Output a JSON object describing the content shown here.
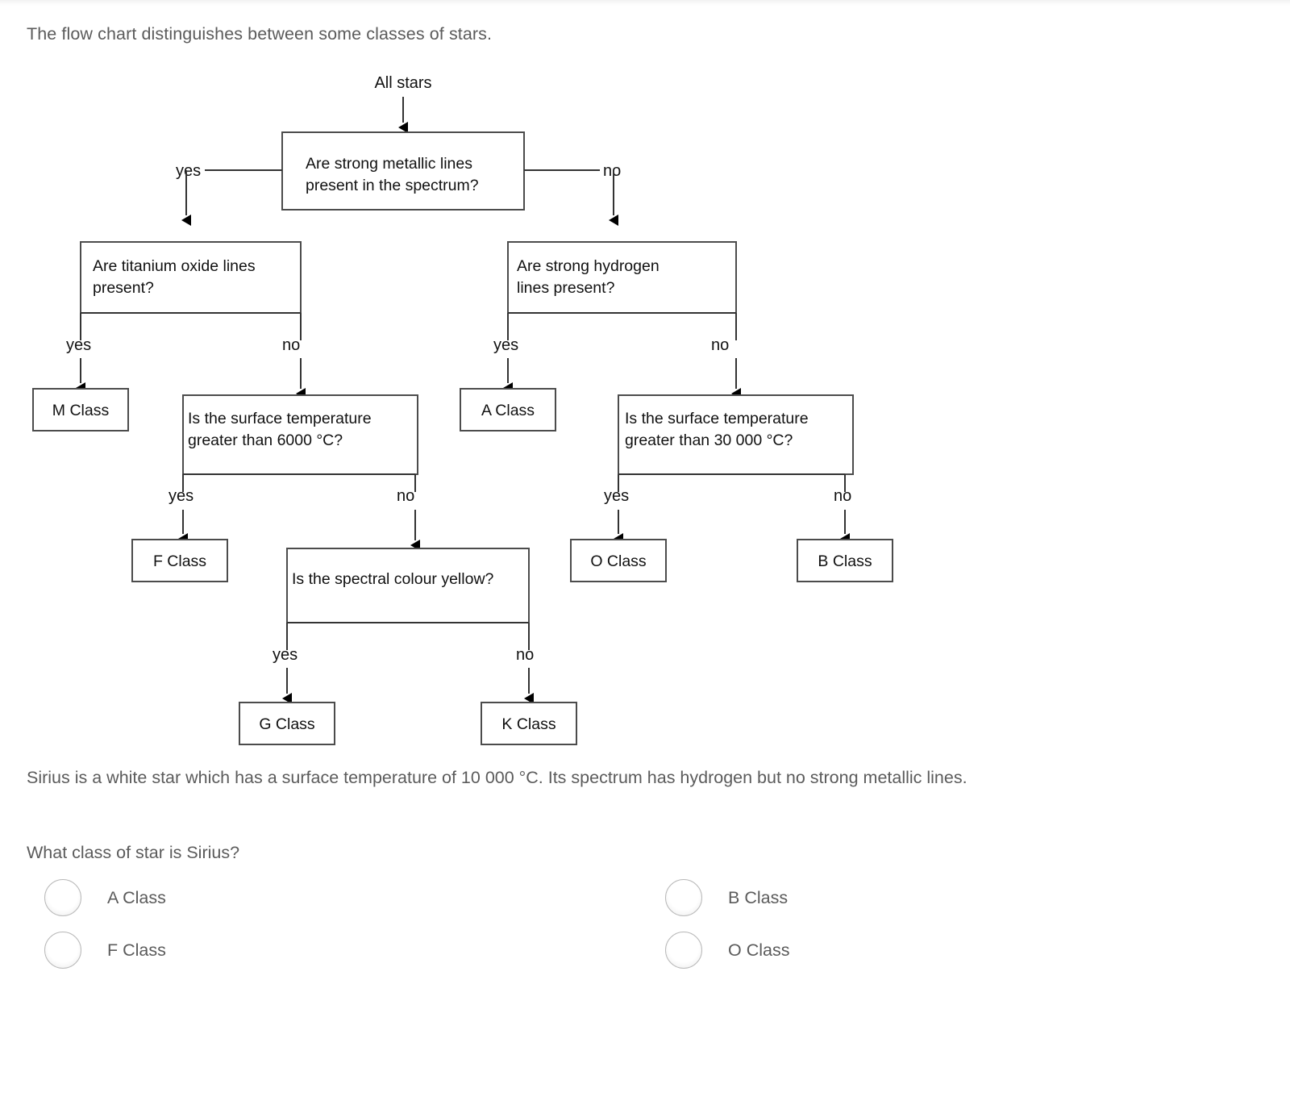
{
  "intro": "The flow chart distinguishes between some classes of stars.",
  "flowchart": {
    "root_label": "All stars",
    "nodes": {
      "q_metallic": "Are strong metallic lines present in the spectrum?",
      "q_metallic_l1": "Are strong metallic lines",
      "q_metallic_l2": "present in the spectrum?",
      "q_titanium_l1": "Are titanium oxide lines",
      "q_titanium_l2": "present?",
      "q_hydrogen_l1": "Are strong hydrogen",
      "q_hydrogen_l2": "lines present?",
      "q_temp6000_l1": "Is the surface temperature",
      "q_temp6000_l2": "greater than 6000  °C?",
      "q_temp30000_l1": "Is the surface temperature",
      "q_temp30000_l2": "greater than 30 000  °C?",
      "q_yellow": "Is the spectral colour yellow?",
      "m_class": "M Class",
      "a_class": "A Class",
      "f_class": "F Class",
      "g_class": "G Class",
      "k_class": "K Class",
      "o_class": "O Class",
      "b_class": "B Class"
    },
    "edge_labels": {
      "metallic_yes": "yes",
      "metallic_no": "no",
      "titanium_yes": "yes",
      "titanium_no": "no",
      "hydrogen_yes": "yes",
      "hydrogen_no": "no",
      "temp6000_yes": "yes",
      "temp6000_no": "no",
      "temp30000_yes": "yes",
      "temp30000_no": "no",
      "yellow_yes": "yes",
      "yellow_no": "no"
    }
  },
  "stem": "Sirius is a white star which has a surface temperature of 10 000 °C. Its spectrum has hydrogen but no strong metallic lines.",
  "question": "What class of star is Sirius?",
  "options": [
    {
      "id": "a-class",
      "label": "A Class"
    },
    {
      "id": "b-class",
      "label": "B Class"
    },
    {
      "id": "f-class",
      "label": "F Class"
    },
    {
      "id": "o-class",
      "label": "O Class"
    }
  ],
  "colors": {
    "text": "#5b5b5b",
    "diagram_text": "#111111",
    "box_stroke": "#4c4c4c",
    "line": "#333333"
  }
}
